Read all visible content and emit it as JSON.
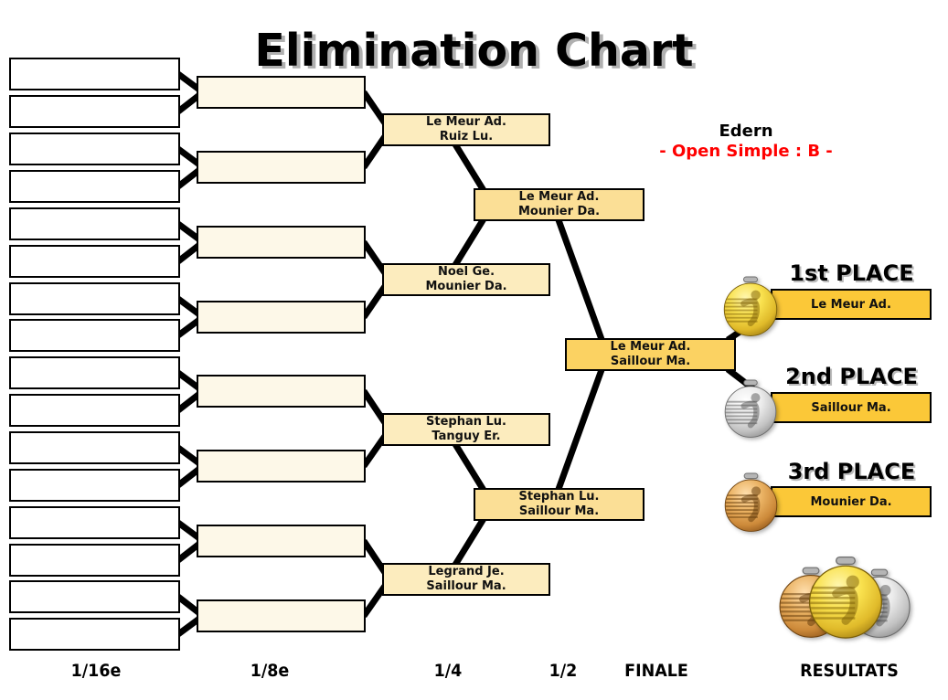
{
  "title": "Elimination Chart",
  "event": {
    "name": "Edern",
    "category": "- Open Simple : B -"
  },
  "bracket": {
    "quarterfinals": [
      {
        "line1": "Le Meur Ad.",
        "line2": "Ruiz Lu."
      },
      {
        "line1": "Noel Ge.",
        "line2": "Mounier Da."
      },
      {
        "line1": "Stephan Lu.",
        "line2": "Tanguy Er."
      },
      {
        "line1": "Legrand Je.",
        "line2": "Saillour Ma."
      }
    ],
    "semifinals": [
      {
        "line1": "Le Meur Ad.",
        "line2": "Mounier Da."
      },
      {
        "line1": "Stephan Lu.",
        "line2": "Saillour Ma."
      }
    ],
    "finale": {
      "line1": "Le Meur Ad.",
      "line2": "Saillour Ma."
    }
  },
  "results": [
    {
      "heading": "1st PLACE",
      "name": "Le Meur Ad.",
      "medal": "gold"
    },
    {
      "heading": "2nd PLACE",
      "name": "Saillour Ma.",
      "medal": "silver"
    },
    {
      "heading": "3rd PLACE",
      "name": "Mounier Da.",
      "medal": "bronze"
    }
  ],
  "round_labels": [
    "1/16e",
    "1/8e",
    "1/4",
    "1/2",
    "FINALE",
    "RESULTATS"
  ],
  "colors": {
    "category_text": "#FF0000",
    "result_box": "#FBC838",
    "finale_box": "#FBD262",
    "semifinal_box": "#FBDF96",
    "quarterfinal_box": "#FCECBE",
    "eighth_box": "#FDF8E8",
    "connector": "#000000"
  }
}
